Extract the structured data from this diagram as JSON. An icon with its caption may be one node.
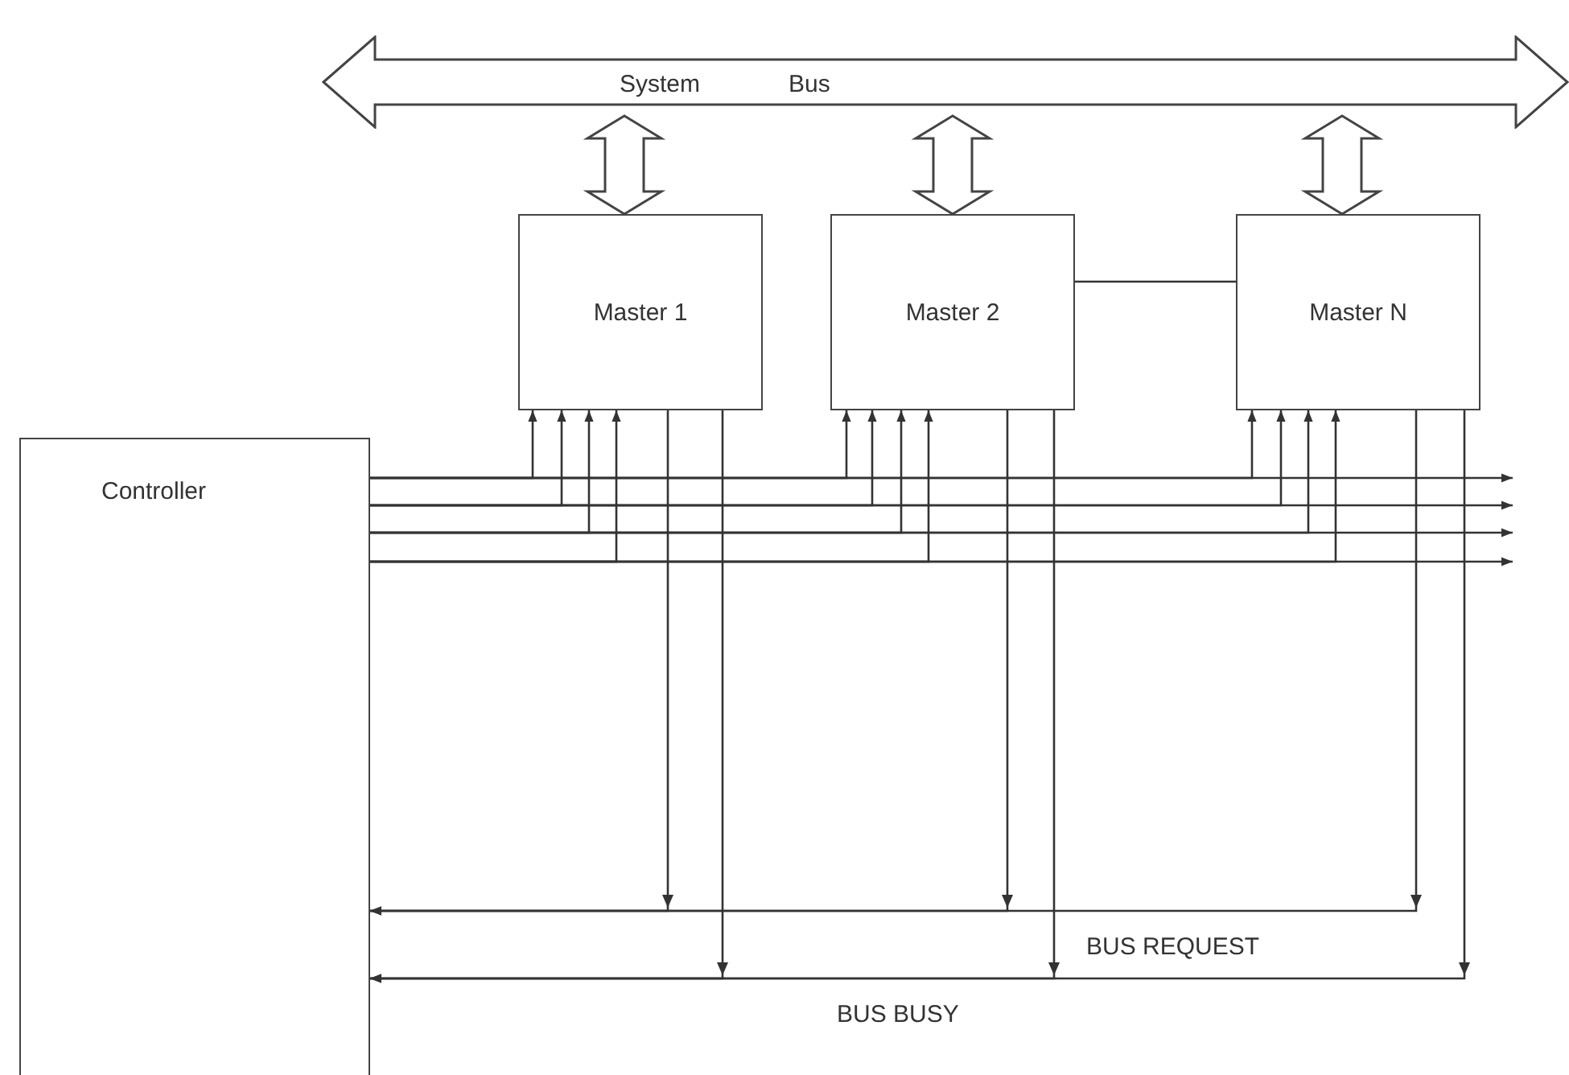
{
  "diagram": {
    "nodes": [
      {
        "text": [
          "System",
          "Bus"
        ]
      },
      {
        "text": [
          "Master 1"
        ]
      },
      {
        "text": [
          "Master 2"
        ]
      },
      {
        "text": [
          "Master N"
        ]
      },
      {
        "text": [
          "Controller"
        ]
      }
    ],
    "edges": [
      {
        "from": 0,
        "to": 1,
        "arrow": "both",
        "style": "thick"
      },
      {
        "from": 0,
        "to": 2,
        "arrow": "both",
        "style": "thick"
      },
      {
        "from": 0,
        "to": 3,
        "arrow": "both",
        "style": "thick"
      },
      {
        "from": 2,
        "to": 3,
        "arrow": "none"
      },
      {
        "from": 4,
        "to": 1,
        "arrow": "to"
      },
      {
        "from": 4,
        "to": 1,
        "arrow": "to"
      },
      {
        "from": 4,
        "to": 1,
        "arrow": "to"
      },
      {
        "from": 4,
        "to": 1,
        "arrow": "to"
      },
      {
        "from": 4,
        "to": 2,
        "arrow": "to"
      },
      {
        "from": 4,
        "to": 2,
        "arrow": "to"
      },
      {
        "from": 4,
        "to": 2,
        "arrow": "to"
      },
      {
        "from": 4,
        "to": 2,
        "arrow": "to"
      },
      {
        "from": 4,
        "to": 3,
        "arrow": "to"
      },
      {
        "from": 4,
        "to": 3,
        "arrow": "to"
      },
      {
        "from": 4,
        "to": 3,
        "arrow": "to"
      },
      {
        "from": 4,
        "to": 3,
        "arrow": "to"
      },
      {
        "from": 4,
        "to": null,
        "arrow": "to"
      },
      {
        "from": 4,
        "to": null,
        "arrow": "to"
      },
      {
        "from": 4,
        "to": null,
        "arrow": "to"
      },
      {
        "from": 4,
        "to": null,
        "arrow": "to"
      },
      {
        "from": 1,
        "to": 4,
        "arrow": "to"
      },
      {
        "from": 2,
        "to": 4,
        "arrow": "to"
      },
      {
        "from": 3,
        "to": 4,
        "arrow": "to"
      },
      {
        "from": 1,
        "to": 4,
        "arrow": "to"
      },
      {
        "from": 2,
        "to": 4,
        "arrow": "to"
      },
      {
        "from": 3,
        "to": 4,
        "arrow": "to"
      }
    ],
    "labels": [
      "BUS REQUEST",
      "BUS BUSY"
    ]
  }
}
